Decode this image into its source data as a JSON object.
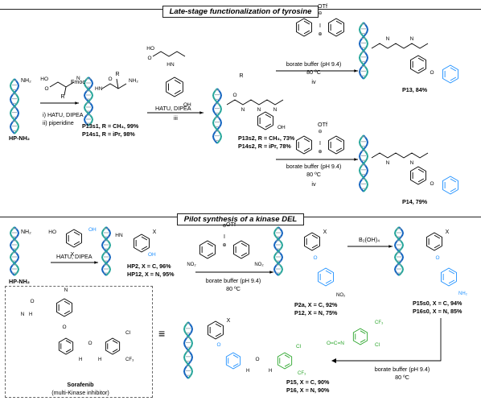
{
  "section1": {
    "title": "Late-stage functionalization of tyrosine"
  },
  "section2": {
    "title": "Pilot synthesis of a kinase DEL"
  },
  "labels": {
    "hp_nh2": "HP-NH₂",
    "step_i": "i) HATU, DIPEA",
    "step_ii": "ii) piperidine",
    "fmoc": "Fmoc",
    "hatu_dipea": "HATU, DIPEA",
    "iii": "iii",
    "iv": "iv",
    "p13s1": "P13s1, R = CH₃, 99%",
    "p14s1": "P14s1, R = iPr, 98%",
    "p13s2": "P13s2, R = CH₃, 73%",
    "p14s2": "P14s2, R = iPr, 78%",
    "borate": "borate buffer (pH 9.4)",
    "temp": "80 ºC",
    "p13": "P13, 84%",
    "p14": "P14, 79%",
    "otf": "OTf",
    "hp2": "HP2, X = C, 96%",
    "hp12": "HP12, X = N, 95%",
    "p2a": "P2a, X = C, 92%",
    "p12": "P12, X = N, 75%",
    "b2oh4": "B₂(OH)₄",
    "p15s0": "P15s0, X = C, 94%",
    "p16s0": "P16s0, X = N, 85%",
    "p15": "P15, X = C, 90%",
    "p16": "P16, X = N, 90%",
    "sorafenib": "Sorafenib",
    "sorafenib_sub": "(multi-Kinase inhibitor)",
    "equiv": "≡"
  },
  "atoms": {
    "R": "R",
    "O": "O",
    "OH": "OH",
    "N": "N",
    "H": "H",
    "NH": "NH",
    "HN": "HN",
    "NH2": "NH₂",
    "X": "X",
    "NO2": "NO₂",
    "CF3": "CF₃",
    "Cl": "Cl",
    "I": "I",
    "plus": "⊕",
    "minus": "⊖",
    "iso": "O=C=N"
  },
  "colors": {
    "blue": "#1e90ff",
    "green": "#2aa52a",
    "dna1": "#1565c0",
    "dna2": "#26a69a",
    "line": "#000000"
  }
}
